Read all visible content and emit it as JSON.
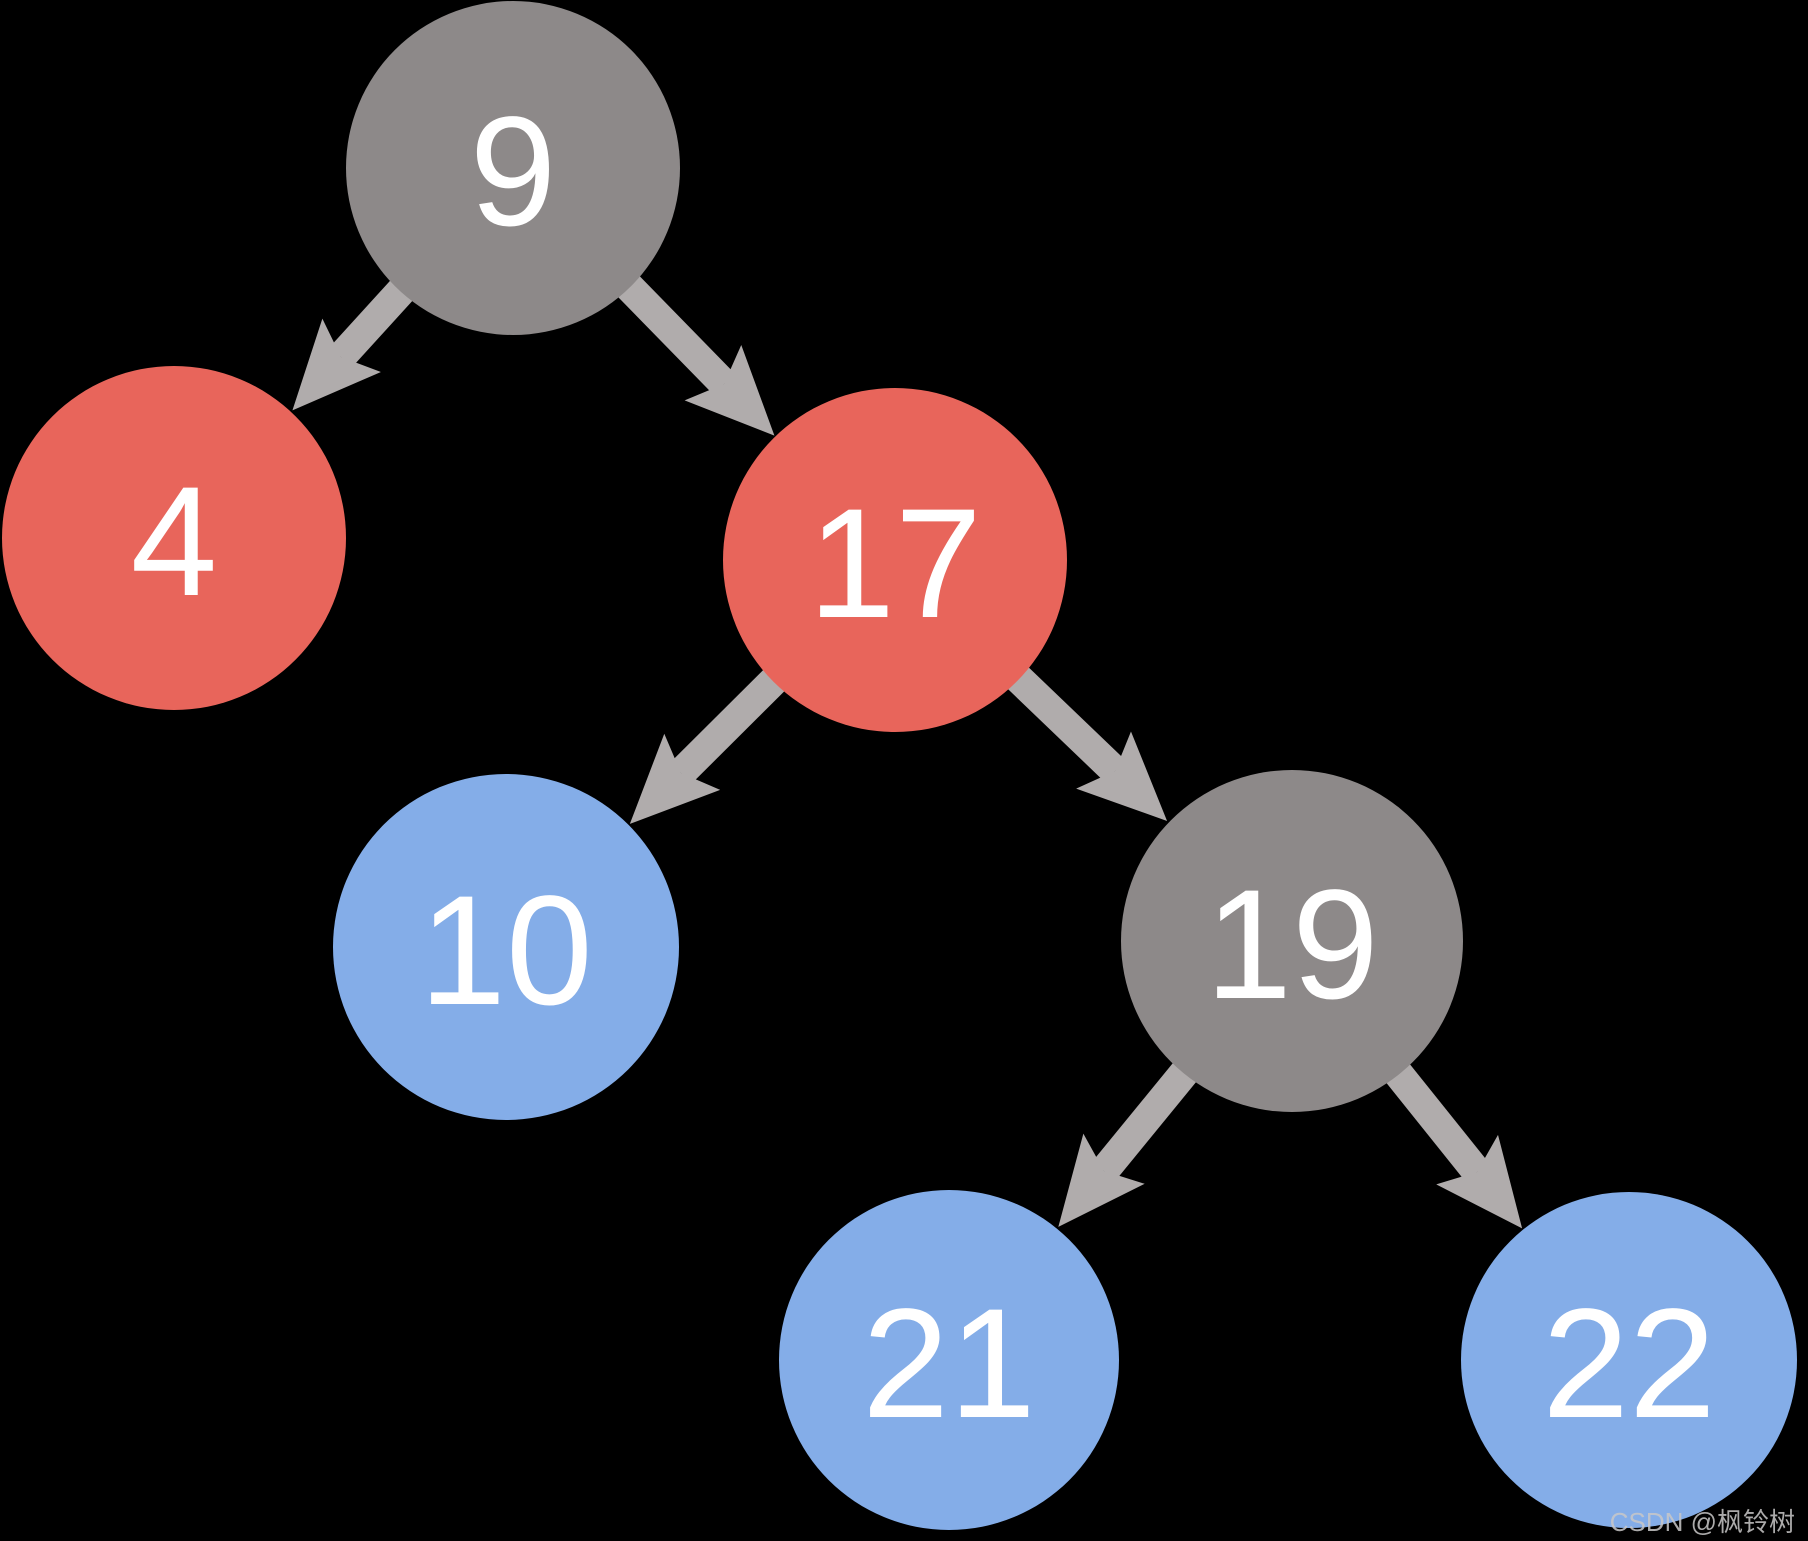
{
  "diagram": {
    "type": "binary-tree",
    "nodes": [
      {
        "value": "9",
        "color_key": "gray"
      },
      {
        "value": "4",
        "color_key": "red"
      },
      {
        "value": "17",
        "color_key": "red"
      },
      {
        "value": "10",
        "color_key": "blue"
      },
      {
        "value": "19",
        "color_key": "gray"
      },
      {
        "value": "21",
        "color_key": "blue"
      },
      {
        "value": "22",
        "color_key": "blue"
      }
    ],
    "edges": [
      {
        "from": "9",
        "to": "4"
      },
      {
        "from": "9",
        "to": "17"
      },
      {
        "from": "17",
        "to": "10"
      },
      {
        "from": "17",
        "to": "19"
      },
      {
        "from": "19",
        "to": "21"
      },
      {
        "from": "19",
        "to": "22"
      }
    ]
  },
  "colors": {
    "background": "#000000",
    "node_gray": "#8d8989",
    "node_red": "#e8655b",
    "node_blue": "#84ade8",
    "arrow": "#b0acac",
    "label": "#ffffff"
  },
  "watermark": {
    "text": "CSDN @枫铃树",
    "color": "#c9c8c8"
  }
}
